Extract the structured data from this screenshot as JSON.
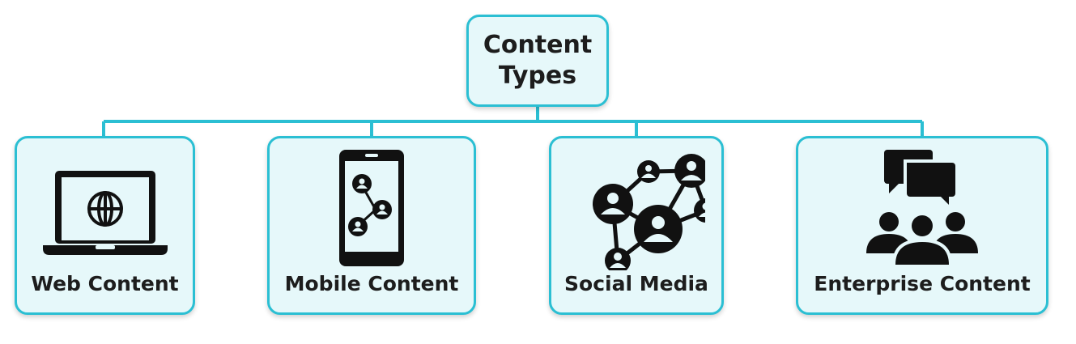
{
  "root": {
    "title": "Content Types"
  },
  "children": [
    {
      "label": "Web Content",
      "icon": "laptop-globe-icon"
    },
    {
      "label": "Mobile Content",
      "icon": "smartphone-network-icon"
    },
    {
      "label": "Social Media",
      "icon": "social-network-icon"
    },
    {
      "label": "Enterprise Content",
      "icon": "team-chat-icon"
    }
  ],
  "colors": {
    "box_fill": "#e6f8fa",
    "box_border": "#2bbfd3",
    "connector": "#2bbfd3",
    "text": "#1d1d1d",
    "icon": "#111111"
  }
}
